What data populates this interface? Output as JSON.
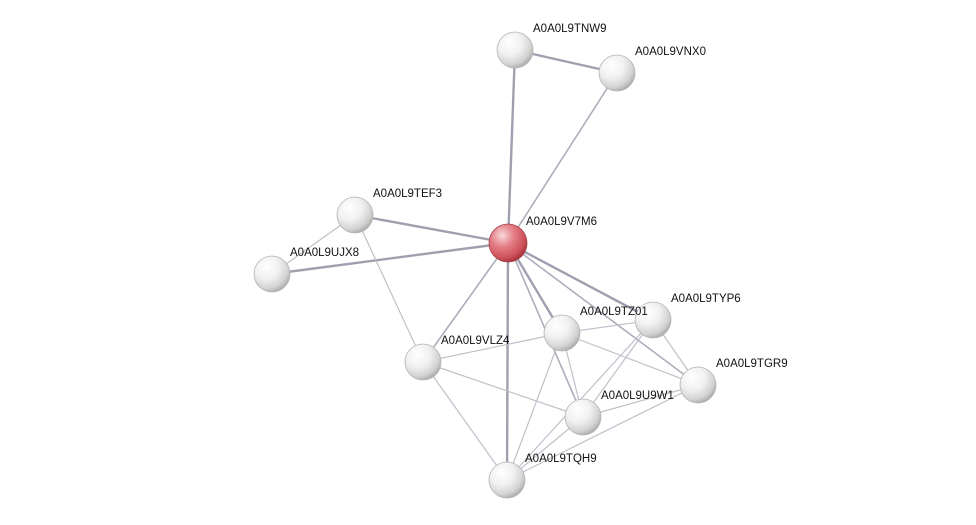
{
  "network": {
    "query_color": "#d9545c",
    "node_color": "#e6e6e6",
    "nodes": [
      {
        "id": "A0A0L9V7M6",
        "label": "A0A0L9V7M6",
        "query": true
      },
      {
        "id": "A0A0L9TNW9",
        "label": "A0A0L9TNW9"
      },
      {
        "id": "A0A0L9VNX0",
        "label": "A0A0L9VNX0"
      },
      {
        "id": "A0A0L9TEF3",
        "label": "A0A0L9TEF3"
      },
      {
        "id": "A0A0L9UJX8",
        "label": "A0A0L9UJX8"
      },
      {
        "id": "A0A0L9TYP6",
        "label": "A0A0L9TYP6"
      },
      {
        "id": "A0A0L9TZ01",
        "label": "A0A0L9TZ01"
      },
      {
        "id": "A0A0L9VLZ4",
        "label": "A0A0L9VLZ4"
      },
      {
        "id": "A0A0L9TGR9",
        "label": "A0A0L9TGR9"
      },
      {
        "id": "A0A0L9U9W1",
        "label": "A0A0L9U9W1"
      },
      {
        "id": "A0A0L9TQH9",
        "label": "A0A0L9TQH9"
      }
    ],
    "edges": [
      {
        "source": "A0A0L9V7M6",
        "target": "A0A0L9TNW9"
      },
      {
        "source": "A0A0L9V7M6",
        "target": "A0A0L9VNX0"
      },
      {
        "source": "A0A0L9TNW9",
        "target": "A0A0L9VNX0"
      },
      {
        "source": "A0A0L9V7M6",
        "target": "A0A0L9TEF3"
      },
      {
        "source": "A0A0L9V7M6",
        "target": "A0A0L9UJX8"
      },
      {
        "source": "A0A0L9TEF3",
        "target": "A0A0L9UJX8"
      },
      {
        "source": "A0A0L9TEF3",
        "target": "A0A0L9VLZ4"
      },
      {
        "source": "A0A0L9V7M6",
        "target": "A0A0L9VLZ4"
      },
      {
        "source": "A0A0L9V7M6",
        "target": "A0A0L9TZ01"
      },
      {
        "source": "A0A0L9V7M6",
        "target": "A0A0L9TYP6"
      },
      {
        "source": "A0A0L9V7M6",
        "target": "A0A0L9TGR9"
      },
      {
        "source": "A0A0L9V7M6",
        "target": "A0A0L9U9W1"
      },
      {
        "source": "A0A0L9V7M6",
        "target": "A0A0L9TQH9"
      },
      {
        "source": "A0A0L9VLZ4",
        "target": "A0A0L9TZ01"
      },
      {
        "source": "A0A0L9VLZ4",
        "target": "A0A0L9U9W1"
      },
      {
        "source": "A0A0L9VLZ4",
        "target": "A0A0L9TQH9"
      },
      {
        "source": "A0A0L9TZ01",
        "target": "A0A0L9TYP6"
      },
      {
        "source": "A0A0L9TZ01",
        "target": "A0A0L9TGR9"
      },
      {
        "source": "A0A0L9TZ01",
        "target": "A0A0L9U9W1"
      },
      {
        "source": "A0A0L9TZ01",
        "target": "A0A0L9TQH9"
      },
      {
        "source": "A0A0L9TYP6",
        "target": "A0A0L9TGR9"
      },
      {
        "source": "A0A0L9TYP6",
        "target": "A0A0L9U9W1"
      },
      {
        "source": "A0A0L9TYP6",
        "target": "A0A0L9TQH9"
      },
      {
        "source": "A0A0L9TGR9",
        "target": "A0A0L9U9W1"
      },
      {
        "source": "A0A0L9TGR9",
        "target": "A0A0L9TQH9"
      },
      {
        "source": "A0A0L9U9W1",
        "target": "A0A0L9TQH9"
      }
    ]
  }
}
